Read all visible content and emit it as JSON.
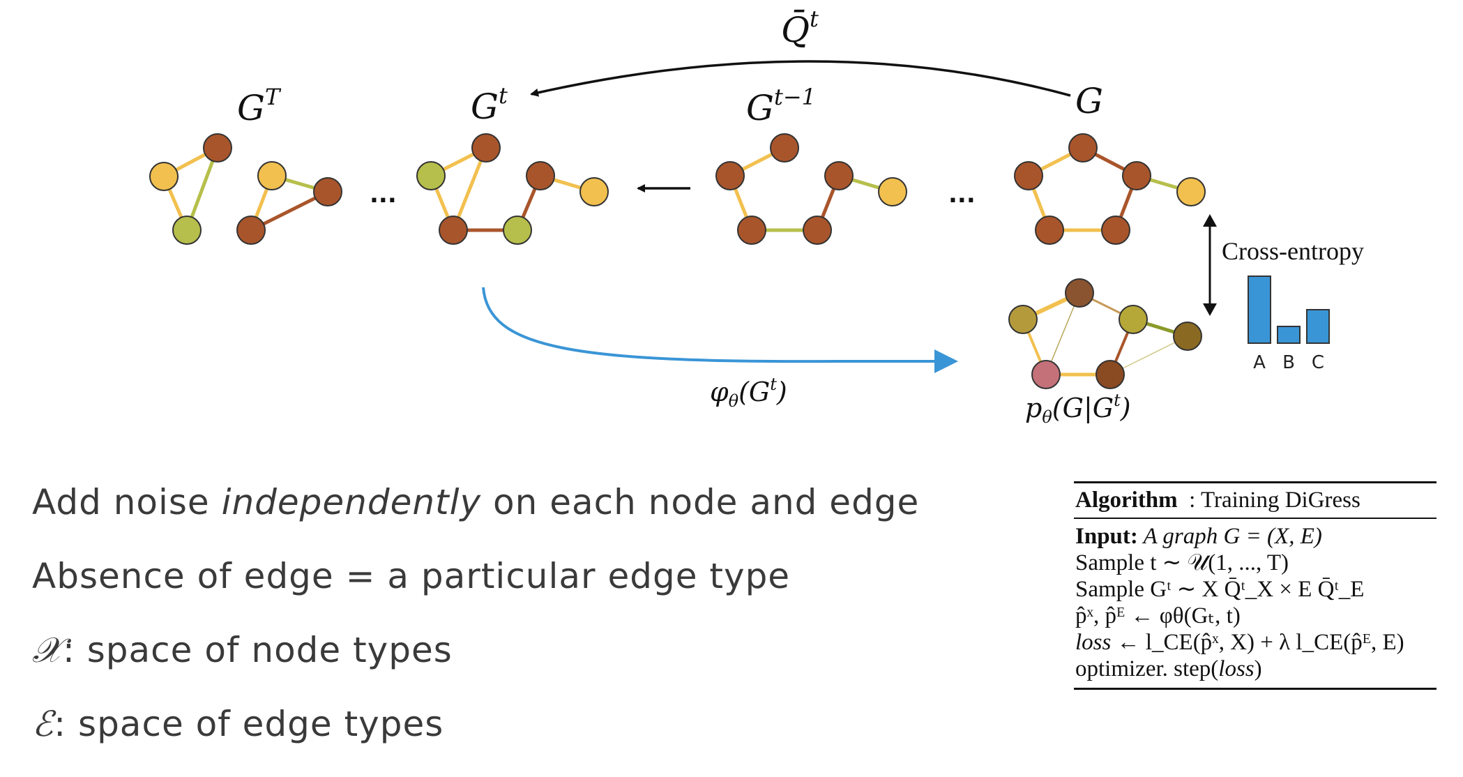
{
  "diagram": {
    "forward_label": "Q̄",
    "forward_label_sup": "t",
    "graph_labels": [
      {
        "base": "G",
        "sup": "T"
      },
      {
        "base": "G",
        "sup": "t"
      },
      {
        "base": "G",
        "sup": "t−1"
      },
      {
        "base": "G",
        "sup": ""
      }
    ],
    "ellipsis": "...",
    "model_label": "φ",
    "model_label_sub": "θ",
    "model_label_rest": "(G",
    "model_label_sup": "t",
    "model_label_close": ")",
    "prediction_label": "p",
    "prediction_label_sub": "θ",
    "prediction_label_rest": "(G|G",
    "prediction_label_sup": "t",
    "prediction_label_close": ")",
    "loss_label": "Cross-entropy",
    "node_colors": {
      "yellow": "#f2c04f",
      "brown": "#a9552b",
      "olive": "#b6bf4b",
      "dark_olive": "#8a6a22",
      "pink": "#c4717a",
      "khaki": "#b59a3c"
    },
    "histogram": {
      "categories": [
        "A",
        "B",
        "C"
      ],
      "values": [
        0.8,
        0.2,
        0.4
      ],
      "color": "#3a95d6"
    }
  },
  "bullets": [
    {
      "pre": "Add noise ",
      "em": "independently",
      "post": " on each node and edge"
    },
    {
      "text": "Absence of edge = a particular edge type"
    },
    {
      "symbol": "𝒳",
      "text": ": space of node types"
    },
    {
      "symbol": "ℰ",
      "text": ": space of edge types"
    }
  ],
  "algorithm": {
    "title_bold": "Algorithm",
    "title_rest": "  : Training DiGress",
    "input_bold": "Input:",
    "input_rest": " A graph G = (X, E)",
    "line2": "Sample t ∼ 𝒰(1, ..., T)",
    "line3": "Sample Gᵗ ∼ X Q̄ᵗ_X × E Q̄ᵗ_E",
    "line4": "p̂ˣ, p̂ᴱ ← φθ(Gₜ, t)",
    "line5_italic": "loss",
    "line5_rest": " ← l_CE(p̂ˣ, X) + λ l_CE(p̂ᴱ, E)",
    "line6": "optimizer. step(",
    "line6_italic": "loss",
    "line6_close": ")"
  }
}
